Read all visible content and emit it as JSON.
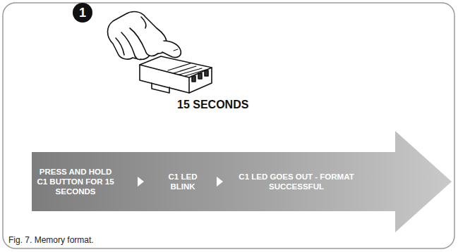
{
  "diagram": {
    "caption": "Fig. 7. Memory format.",
    "nodes": [
      {
        "text": [
          "PRESS AND HOLD C1 BUTTON FOR 15 SECONDS"
        ]
      },
      {
        "text": [
          "C1 LED BLINK"
        ]
      },
      {
        "text": [
          "C1 LED GOES OUT - FORMAT SUCCESSFUL"
        ]
      }
    ],
    "edges": [
      {
        "from": 0,
        "to": 1,
        "arrow": "to"
      },
      {
        "from": 1,
        "to": 2,
        "arrow": "to"
      }
    ],
    "labels": [
      "1",
      "15 SECONDS"
    ]
  }
}
